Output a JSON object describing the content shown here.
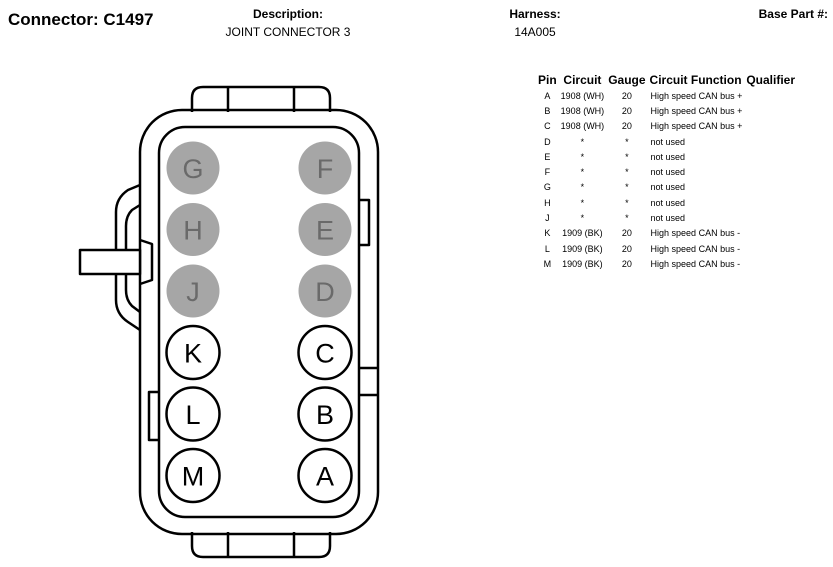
{
  "header": {
    "connector_title": "Connector: C1497",
    "description_label": "Description:",
    "description_value": "JOINT CONNECTOR 3",
    "harness_label": "Harness:",
    "harness_value": "14A005",
    "base_part_label": "Base Part #:"
  },
  "table": {
    "columns": [
      "Pin",
      "Circuit",
      "Gauge",
      "Circuit Function",
      "Qualifier"
    ],
    "rows": [
      {
        "pin": "A",
        "circuit": "1908 (WH)",
        "gauge": "20",
        "function": "High speed CAN bus +",
        "qualifier": ""
      },
      {
        "pin": "B",
        "circuit": "1908 (WH)",
        "gauge": "20",
        "function": "High speed CAN bus +",
        "qualifier": ""
      },
      {
        "pin": "C",
        "circuit": "1908 (WH)",
        "gauge": "20",
        "function": "High speed CAN bus +",
        "qualifier": ""
      },
      {
        "pin": "D",
        "circuit": "*",
        "gauge": "*",
        "function": "not used",
        "qualifier": ""
      },
      {
        "pin": "E",
        "circuit": "*",
        "gauge": "*",
        "function": "not used",
        "qualifier": ""
      },
      {
        "pin": "F",
        "circuit": "*",
        "gauge": "*",
        "function": "not used",
        "qualifier": ""
      },
      {
        "pin": "G",
        "circuit": "*",
        "gauge": "*",
        "function": "not used",
        "qualifier": ""
      },
      {
        "pin": "H",
        "circuit": "*",
        "gauge": "*",
        "function": "not used",
        "qualifier": ""
      },
      {
        "pin": "J",
        "circuit": "*",
        "gauge": "*",
        "function": "not used",
        "qualifier": ""
      },
      {
        "pin": "K",
        "circuit": "1909 (BK)",
        "gauge": "20",
        "function": "High speed CAN bus -",
        "qualifier": ""
      },
      {
        "pin": "L",
        "circuit": "1909 (BK)",
        "gauge": "20",
        "function": "High speed CAN bus -",
        "qualifier": ""
      },
      {
        "pin": "M",
        "circuit": "1909 (BK)",
        "gauge": "20",
        "function": "High speed CAN bus -",
        "qualifier": ""
      }
    ]
  },
  "diagram": {
    "unused_pin_fill": "#a6a6a6",
    "used_pin_fill": "#ffffff",
    "pins": [
      {
        "label": "G",
        "used": false
      },
      {
        "label": "F",
        "used": false
      },
      {
        "label": "H",
        "used": false
      },
      {
        "label": "E",
        "used": false
      },
      {
        "label": "J",
        "used": false
      },
      {
        "label": "D",
        "used": false
      },
      {
        "label": "K",
        "used": true
      },
      {
        "label": "C",
        "used": true
      },
      {
        "label": "L",
        "used": true
      },
      {
        "label": "B",
        "used": true
      },
      {
        "label": "M",
        "used": true
      },
      {
        "label": "A",
        "used": true
      }
    ]
  }
}
